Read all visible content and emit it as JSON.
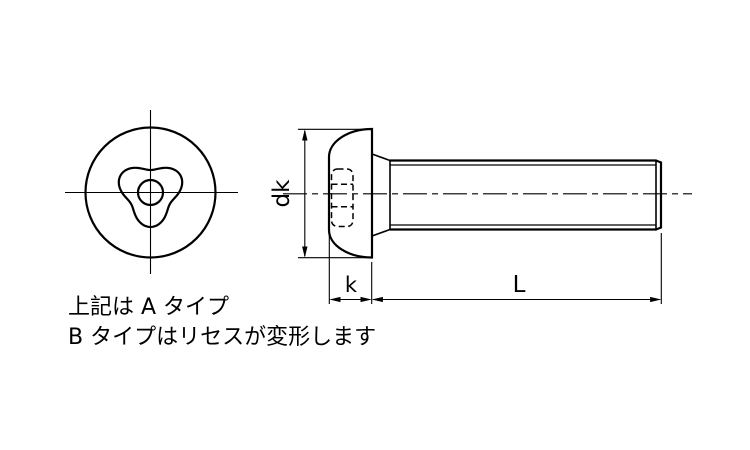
{
  "colors": {
    "background": "#ffffff",
    "line": "#000000",
    "text": "#000000"
  },
  "drawing": {
    "kind": "screw-technical-drawing",
    "dimension_labels": {
      "dk": "dk",
      "k": "k",
      "L": "L"
    }
  },
  "notes": {
    "line1": "上記は A タイプ",
    "line2": "B タイプはリセスが変形します"
  }
}
